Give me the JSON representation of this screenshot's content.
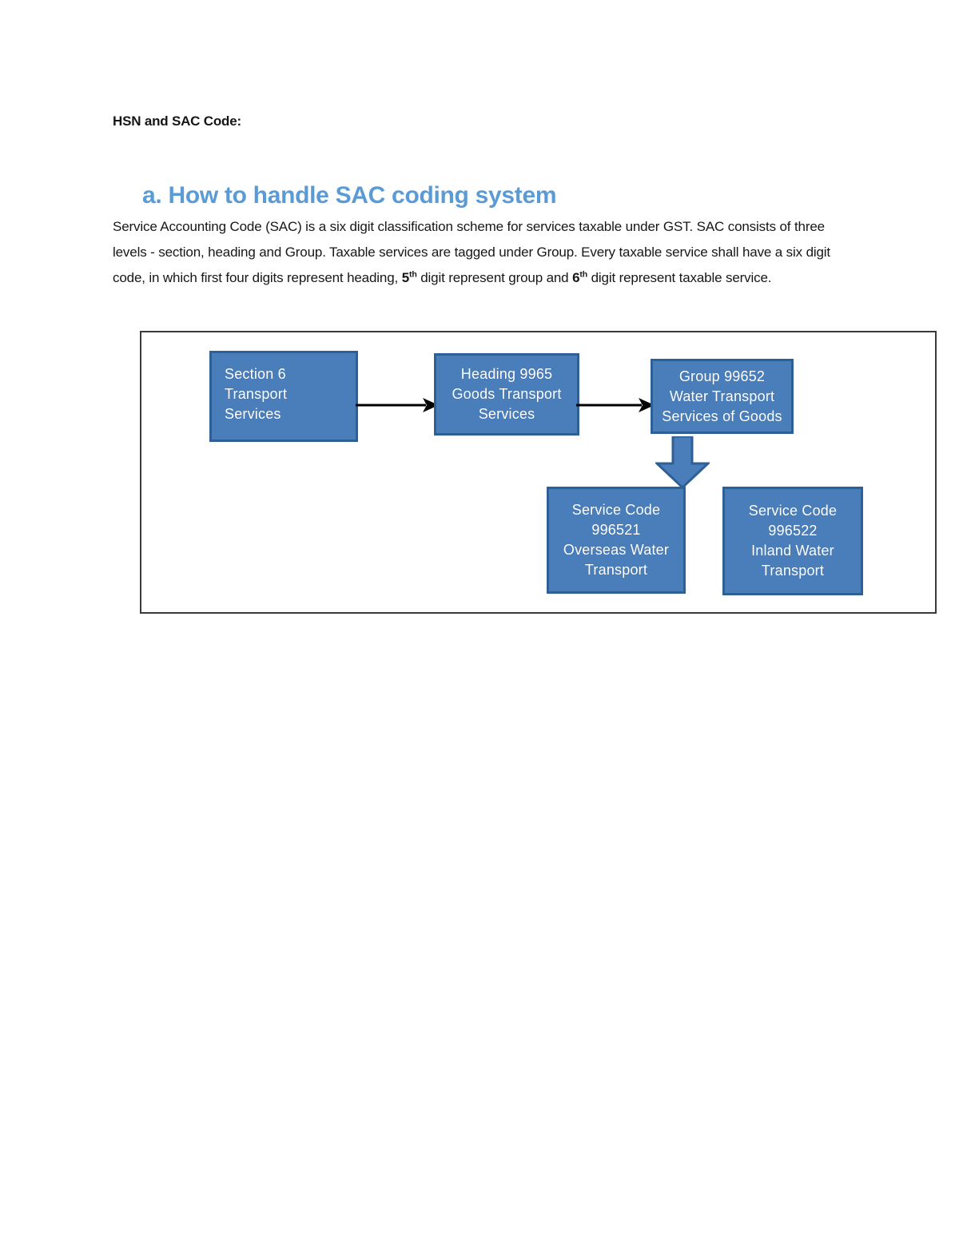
{
  "document": {
    "title": "HSN and SAC Code:",
    "heading": "a. How to handle SAC coding system",
    "paragraph_parts": {
      "p1": "Service Accounting Code (SAC) is a six digit classification scheme for services taxable under GST. SAC consists of three levels - section, heading and Group. Taxable services are tagged under Group. Every taxable service shall have a six digit code, in which first four digits represent heading, ",
      "num5": "5",
      "sup5": "th",
      "p2": " digit represent group and ",
      "num6": "6",
      "sup6": "th",
      "p3": " digit represent taxable service."
    }
  },
  "diagram": {
    "type": "flowchart",
    "colors": {
      "box_fill": "#4a7ebb",
      "box_border": "#2e5f96",
      "box_text": "#ffffff",
      "frame_border": "#3a3a3a",
      "arrow": "#000000",
      "heading_blue": "#5b9bd5"
    },
    "boxes": [
      {
        "id": "section",
        "align": "left",
        "lines": [
          "Section 6",
          "Transport",
          "Services"
        ]
      },
      {
        "id": "heading",
        "align": "center",
        "lines": [
          "Heading 9965",
          "Goods Transport",
          "Services"
        ]
      },
      {
        "id": "group",
        "align": "center",
        "lines": [
          "Group 99652",
          "Water Transport",
          "Services of Goods"
        ]
      },
      {
        "id": "service-1",
        "align": "center",
        "lines": [
          "Service Code",
          "996521",
          "Overseas Water",
          "Transport"
        ]
      },
      {
        "id": "service-2",
        "align": "center",
        "lines": [
          "Service Code",
          "996522",
          "Inland Water",
          "Transport"
        ]
      }
    ],
    "connectors": [
      {
        "id": "section-to-heading",
        "direction": "right"
      },
      {
        "id": "heading-to-group",
        "direction": "right"
      },
      {
        "id": "group-to-services",
        "direction": "down"
      }
    ]
  }
}
